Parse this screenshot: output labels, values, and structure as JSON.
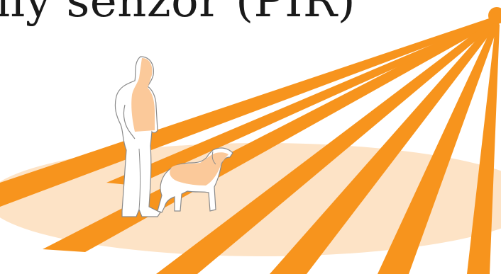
{
  "title": "lly senzor (PIR)",
  "colors": {
    "beam": "#f7941d",
    "floor": "#fde3c6",
    "body_highlight": "#fbc99a",
    "outline": "#8a8a8a",
    "background": "#ffffff"
  },
  "icons": {
    "sensor": "sensor-dot",
    "person": "standing-man",
    "animal": "dog"
  }
}
